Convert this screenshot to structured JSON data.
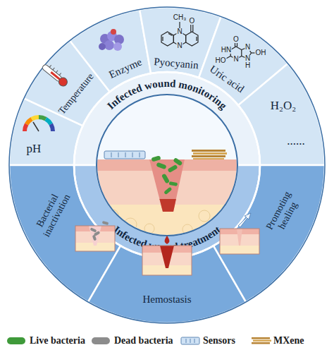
{
  "diagram": {
    "nodes": [
      {
        "text": [
          "Infected wound monitoring"
        ]
      },
      {
        "text": [
          "Infected wound treatment"
        ]
      },
      {
        "text": [
          "pH"
        ]
      },
      {
        "text": [
          "Temperature"
        ]
      },
      {
        "text": [
          "Enzyme"
        ]
      },
      {
        "text": [
          "Pyocyanin"
        ]
      },
      {
        "text": [
          "Uric acid"
        ]
      },
      {
        "text": [
          "H₂O₂",
          "......"
        ]
      },
      {
        "text": [
          "Bacterial inactivation"
        ]
      },
      {
        "text": [
          "Hemostasis"
        ]
      },
      {
        "text": [
          "Promoting healing"
        ]
      }
    ],
    "labels": [
      "CH₃",
      "N",
      "N",
      "O",
      "O",
      "HN",
      "HO",
      "N",
      "N",
      "N",
      "H",
      "OH"
    ],
    "legend": [
      {
        "text": "Live bacteria",
        "color": "#3f9a3a"
      },
      {
        "text": "Dead bacteria",
        "color": "#8c8c8c"
      },
      {
        "text": "Sensors"
      },
      {
        "text": "MXene"
      }
    ]
  }
}
